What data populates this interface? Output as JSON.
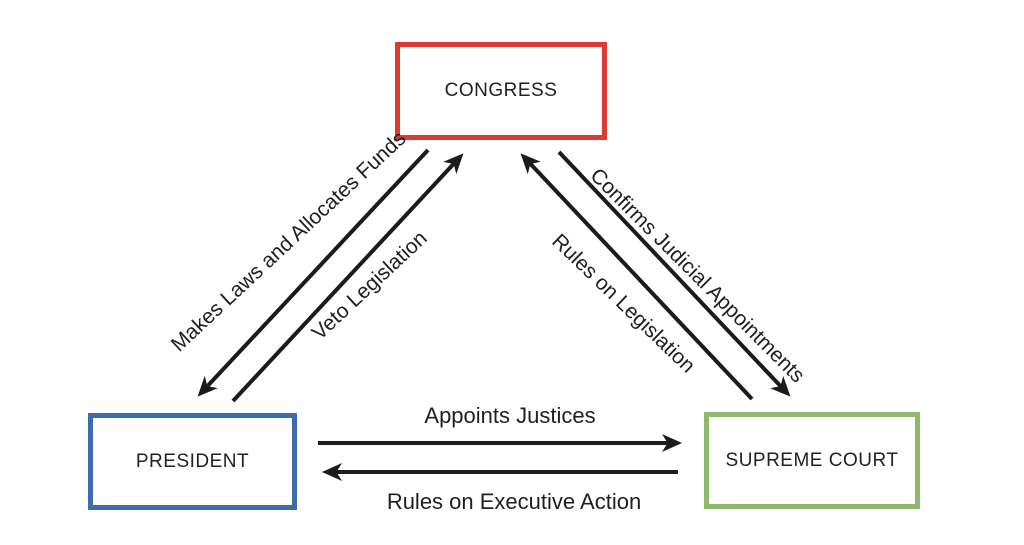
{
  "diagram": {
    "type": "flow-diagram",
    "topic": "Checks and balances between the three branches of U.S. government",
    "background_color": "#ffffff",
    "arrow_color": "#1b1b1b",
    "nodes": [
      {
        "id": "congress",
        "label": "CONGRESS",
        "border_color": "#dc3c30"
      },
      {
        "id": "president",
        "label": "PRESIDENT",
        "border_color": "#3b6cae"
      },
      {
        "id": "supreme_court",
        "label": "SUPREME COURT",
        "border_color": "#8cb96a"
      }
    ],
    "edges": [
      {
        "from": "congress",
        "to": "president",
        "label": "Makes Laws and Allocates Funds"
      },
      {
        "from": "president",
        "to": "congress",
        "label": "Veto Legislation"
      },
      {
        "from": "congress",
        "to": "supreme_court",
        "label": "Confirms Judicial Appointments"
      },
      {
        "from": "supreme_court",
        "to": "congress",
        "label": "Rules on Legislation"
      },
      {
        "from": "president",
        "to": "supreme_court",
        "label": "Appoints Justices"
      },
      {
        "from": "supreme_court",
        "to": "president",
        "label": "Rules on Executive Action"
      }
    ]
  }
}
